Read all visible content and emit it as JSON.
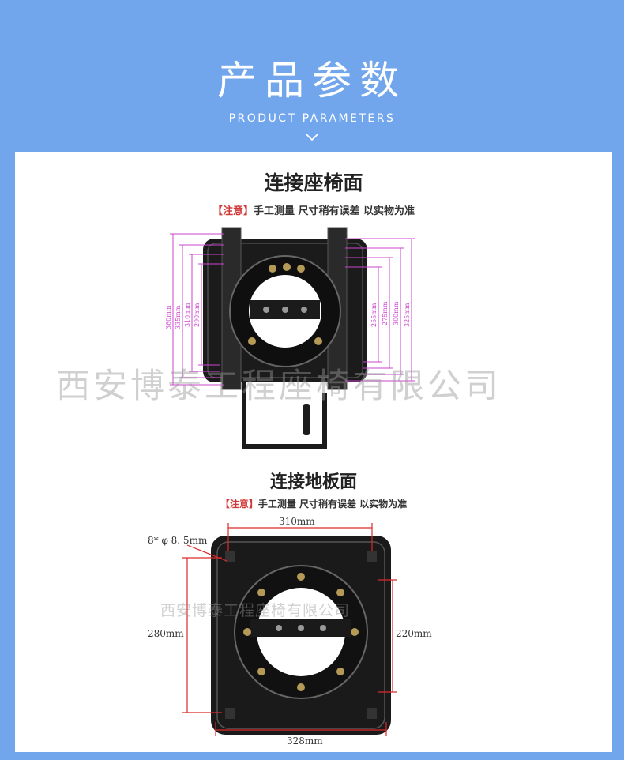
{
  "header": {
    "title": "产品参数",
    "subtitle": "PRODUCT PARAMETERS"
  },
  "section1": {
    "title": "连接座椅面",
    "note_bracket": "【注意】",
    "note_text": "手工测量 尺寸稍有误差 以实物为准",
    "dims_left": [
      "360mm",
      "335mm",
      "310mm",
      "290mm"
    ],
    "dims_right": [
      "325mm",
      "300mm",
      "275mm",
      "255mm"
    ]
  },
  "section2": {
    "title": "连接地板面",
    "note_bracket": "【注意】",
    "note_text": "手工测量 尺寸稍有误差 以实物为准",
    "dim_top": "310mm",
    "dim_holes": "8* φ 8. 5mm",
    "dim_left": "280mm",
    "dim_right": "220mm",
    "dim_bottom": "328mm"
  },
  "watermark": {
    "main": "西安博泰工程座椅有限公司",
    "small": "西安博泰工程座椅有限公司"
  },
  "colors": {
    "background": "#72a6ec",
    "dimension_magenta": "#cc44cc",
    "dimension_red": "#dd2a2a"
  }
}
